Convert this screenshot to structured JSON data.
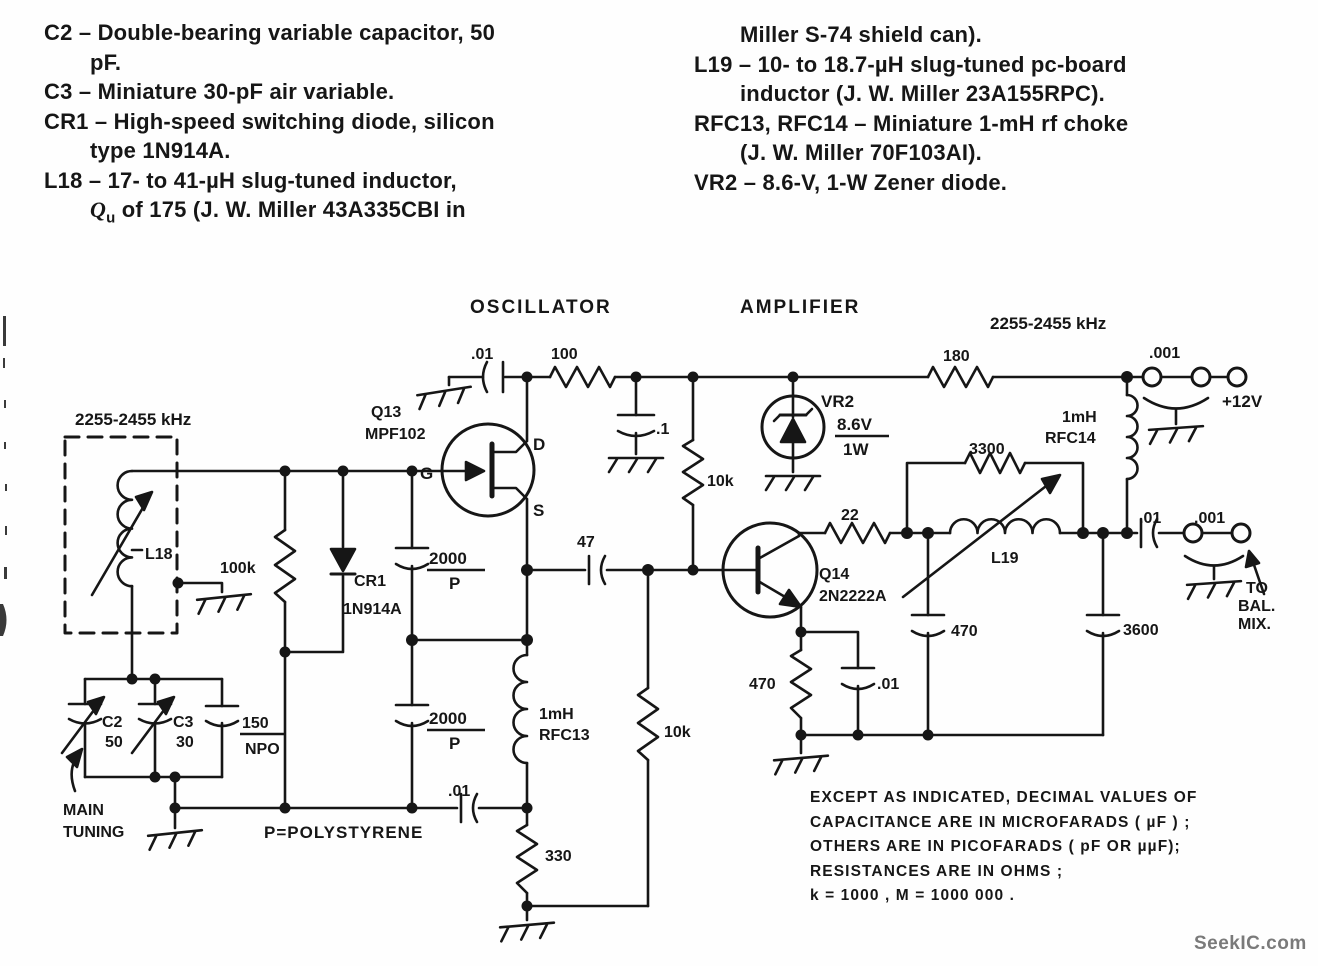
{
  "colors": {
    "ink": "#161616",
    "paper": "#fefefe",
    "watermark": "#7a7a7a"
  },
  "parts_list": {
    "left_lines": [
      "C2 – Double-bearing variable capacitor, 50",
      "pF.",
      "C3 – Miniature 30-pF air variable.",
      "CR1 – High-speed switching diode, silicon",
      "type 1N914A.",
      "L18 – 17- to 41-µH slug-tuned inductor,"
    ],
    "left_qu": {
      "q": "Q",
      "sub": "u",
      "rest": " of 175 (J. W. Miller 43A335CBI in"
    },
    "right_lines": [
      "Miller S-74 shield can).",
      "L19 – 10- to 18.7-µH slug-tuned pc-board",
      "inductor (J. W. Miller 23A155RPC).",
      "RFC13, RFC14 – Miniature 1-mH rf choke",
      "(J. W. Miller 70F103AI).",
      "VR2 – 8.6-V, 1-W Zener diode."
    ]
  },
  "schematic": {
    "sections": {
      "oscillator": "OSCILLATOR",
      "amplifier": "AMPLIFIER"
    },
    "frequency": {
      "left": "2255-2455 kHz",
      "right": "2255-2455 kHz"
    },
    "labels": {
      "cap_01_osc": ".01",
      "res_100": "100",
      "q13_ref": "Q13",
      "q13_type": "MPF102",
      "gate": "G",
      "drain": "D",
      "source": "S",
      "cap_dot1": ".1",
      "res_10k_top": "10k",
      "vr2_ref": "VR2",
      "vr2_voltage": "8.6V",
      "vr2_power": "1W",
      "res_180": "180",
      "cap_001_supply": ".001",
      "supply": "+12V",
      "l18_ref": "L18",
      "res_100k": "100k",
      "cr1_ref": "CR1",
      "cr1_type": "1N914A",
      "cap_2000_top": "2000",
      "cap_2000_top_dielectric": "P",
      "cap_2000_bot": "2000",
      "cap_2000_bot_dielectric": "P",
      "cap_47": "47",
      "rfc13_value": "1mH",
      "rfc13_ref": "RFC13",
      "res_10k_bot": "10k",
      "cap_01_feedback": ".01",
      "res_330": "330",
      "c2_ref": "C2",
      "c2_value": "50",
      "c3_ref": "C3",
      "c3_value": "30",
      "cap_150": "150",
      "cap_150_type": "NPO",
      "main_tuning_1": "MAIN",
      "main_tuning_2": "TUNING",
      "polystyrene_note": "P=POLYSTYRENE",
      "res_22": "22",
      "q14_ref": "Q14",
      "q14_type": "2N2222A",
      "res_470": "470",
      "cap_01_emitter": ".01",
      "cap_470": "470",
      "res_3300": "3300",
      "l19_ref": "L19",
      "cap_3600": "3600",
      "rfc14_value": "1mH",
      "rfc14_ref": "RFC14",
      "cap_01_out": ".01",
      "cap_001_out": ".001",
      "out_1": "TO",
      "out_2": "BAL.",
      "out_3": "MIX."
    }
  },
  "notes": {
    "lines": [
      "EXCEPT AS INDICATED, DECIMAL VALUES OF",
      "CAPACITANCE ARE IN MICROFARADS ( µF ) ;",
      "OTHERS ARE IN PICOFARADS ( pF OR µµF);",
      "RESISTANCES ARE IN OHMS ;",
      "k = 1000 , M = 1000 000 ."
    ]
  },
  "watermark": "SeekIC.com"
}
